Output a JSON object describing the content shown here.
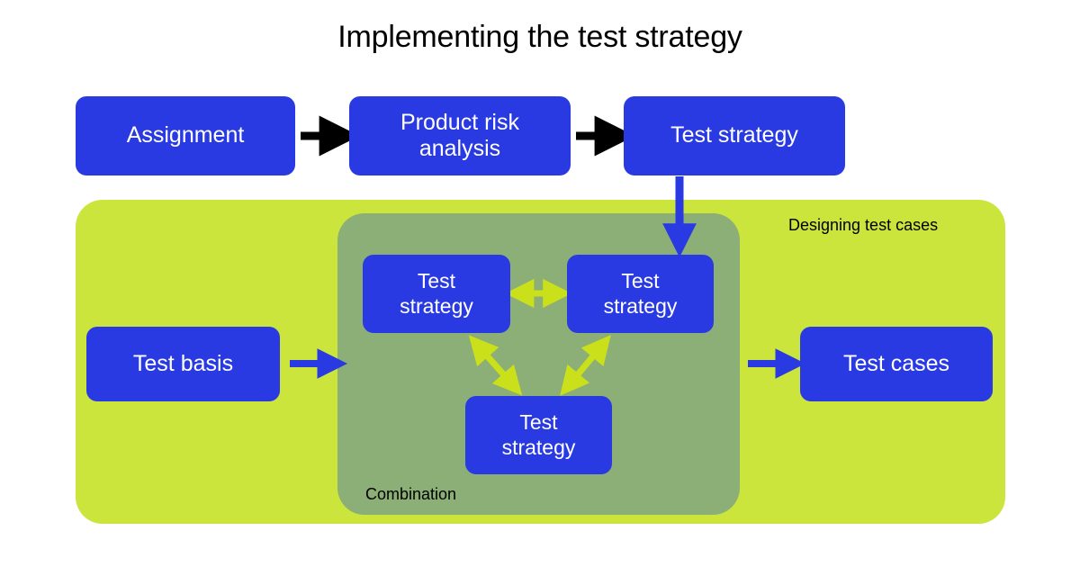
{
  "title": "Implementing the test strategy",
  "colors": {
    "box_blue": "#2a3ae2",
    "panel_green": "#cbe53c",
    "panel_inner_green": "#8cae77",
    "arrow_black": "#000000",
    "arrow_blue": "#2a3ae2",
    "arrow_yellow_green": "#c9e01a",
    "text_on_box": "#ffffff",
    "text_dark": "#000000",
    "background": "#ffffff"
  },
  "top_flow": {
    "boxes": [
      {
        "label": "Assignment"
      },
      {
        "label": "Product risk\nanalysis",
        "line1": "Product risk",
        "line2": "analysis"
      },
      {
        "label": "Test strategy"
      }
    ],
    "connectors": [
      {
        "from": "Assignment",
        "to": "Product risk analysis",
        "style": "black-arrow-right"
      },
      {
        "from": "Product risk analysis",
        "to": "Test strategy",
        "style": "black-arrow-right"
      }
    ]
  },
  "designing_panel": {
    "label": "Designing test cases",
    "input_box": {
      "label": "Test basis"
    },
    "output_box": {
      "label": "Test cases"
    },
    "connectors": [
      {
        "from": "Test basis",
        "to": "Combination",
        "style": "blue-arrow-right"
      },
      {
        "from": "Combination",
        "to": "Test cases",
        "style": "blue-arrow-right"
      },
      {
        "from": "Test strategy",
        "to": "Combination",
        "style": "blue-arrow-down"
      }
    ]
  },
  "combination_panel": {
    "label": "Combination",
    "boxes": [
      {
        "id": "ts-a",
        "line1": "Test",
        "line2": "strategy",
        "position": "top-left"
      },
      {
        "id": "ts-b",
        "line1": "Test",
        "line2": "strategy",
        "position": "top-right"
      },
      {
        "id": "ts-c",
        "line1": "Test",
        "line2": "strategy",
        "position": "bottom-center"
      }
    ],
    "connectors": [
      {
        "between": [
          "ts-a",
          "ts-b"
        ],
        "style": "double-headed-arrow"
      },
      {
        "between": [
          "ts-a",
          "ts-c"
        ],
        "style": "double-headed-arrow"
      },
      {
        "between": [
          "ts-b",
          "ts-c"
        ],
        "style": "double-headed-arrow"
      }
    ]
  }
}
